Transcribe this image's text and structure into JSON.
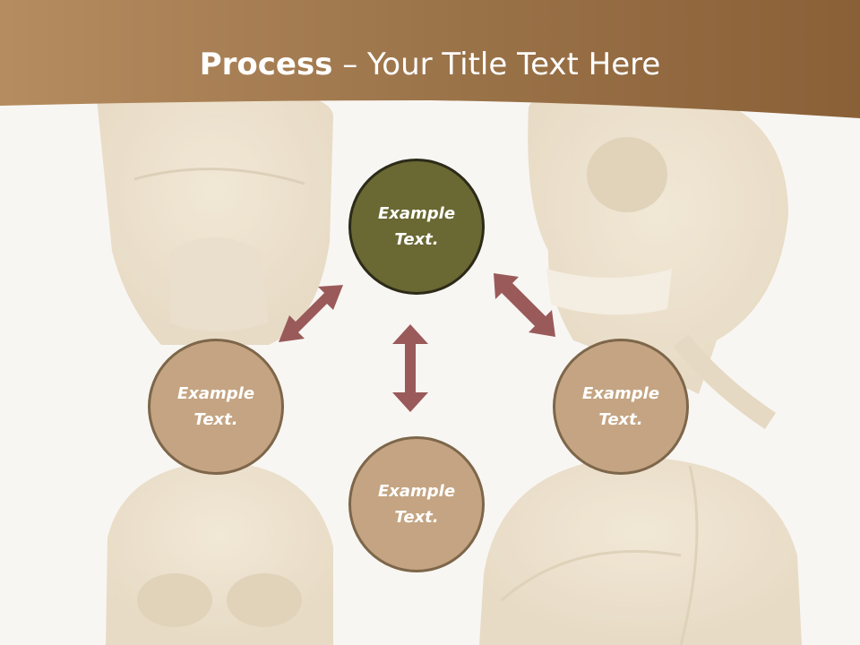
{
  "title": {
    "bold": "Process",
    "rest": " – Your Title Text Here"
  },
  "nodes": [
    {
      "line1": "Example",
      "line2": "Text."
    },
    {
      "line1": "Example",
      "line2": "Text."
    },
    {
      "line1": "Example",
      "line2": "Text."
    },
    {
      "line1": "Example",
      "line2": "Text."
    }
  ],
  "colors": {
    "header": "#9c7449",
    "center_node": "#6a6833",
    "outer_node": "#c4a482",
    "arrow": "#9a5a5a"
  }
}
